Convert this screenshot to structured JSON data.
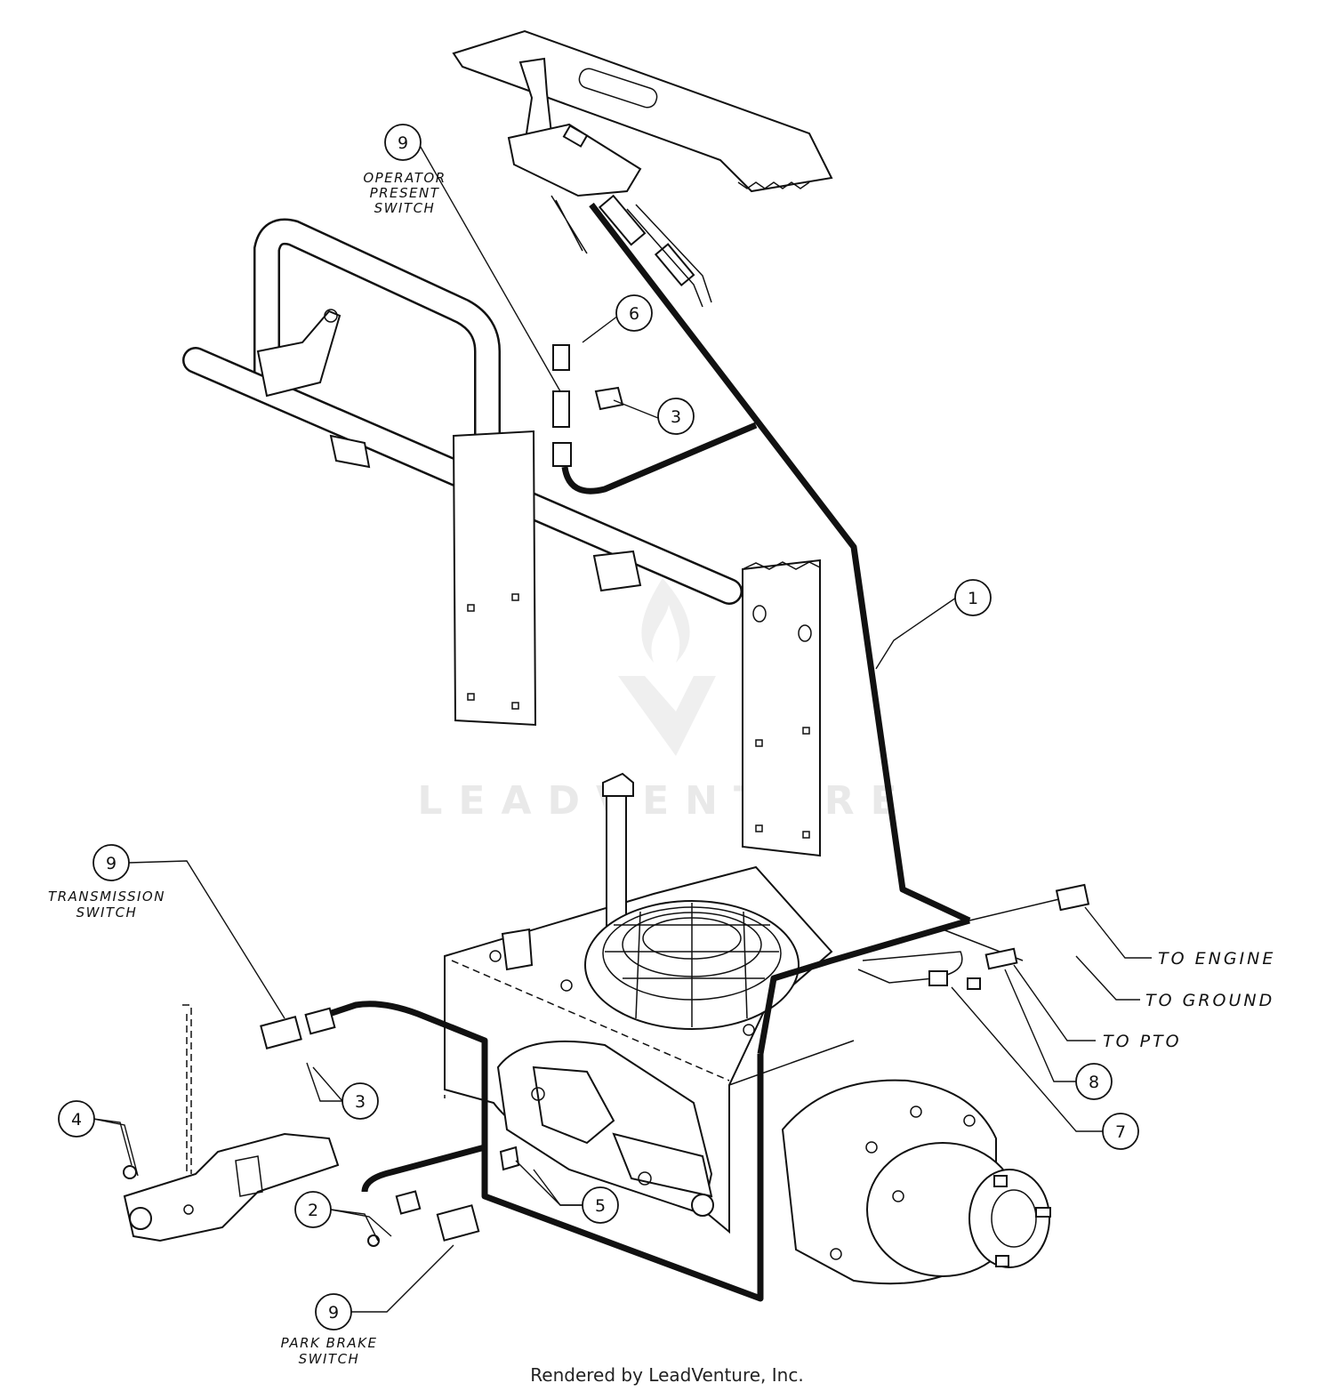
{
  "callouts": [
    {
      "id": "callout-9-operator",
      "number": "9",
      "caption": [
        "OPERATOR",
        "PRESENT",
        "SWITCH"
      ]
    },
    {
      "id": "callout-6",
      "number": "6"
    },
    {
      "id": "callout-3-top",
      "number": "3"
    },
    {
      "id": "callout-1",
      "number": "1"
    },
    {
      "id": "callout-9-transmission",
      "number": "9",
      "caption": [
        "TRANSMISSION",
        "SWITCH"
      ]
    },
    {
      "id": "callout-3-lower",
      "number": "3"
    },
    {
      "id": "callout-4",
      "number": "4"
    },
    {
      "id": "callout-2",
      "number": "2"
    },
    {
      "id": "callout-5",
      "number": "5"
    },
    {
      "id": "callout-9-park",
      "number": "9",
      "caption": [
        "PARK BRAKE",
        "SWITCH"
      ]
    },
    {
      "id": "callout-8",
      "number": "8"
    },
    {
      "id": "callout-7",
      "number": "7"
    }
  ],
  "destinations": {
    "engine": "TO ENGINE",
    "ground": "TO GROUND",
    "pto": "TO PTO"
  },
  "watermark": "LEADVENTURE",
  "footer": "Rendered by LeadVenture, Inc."
}
